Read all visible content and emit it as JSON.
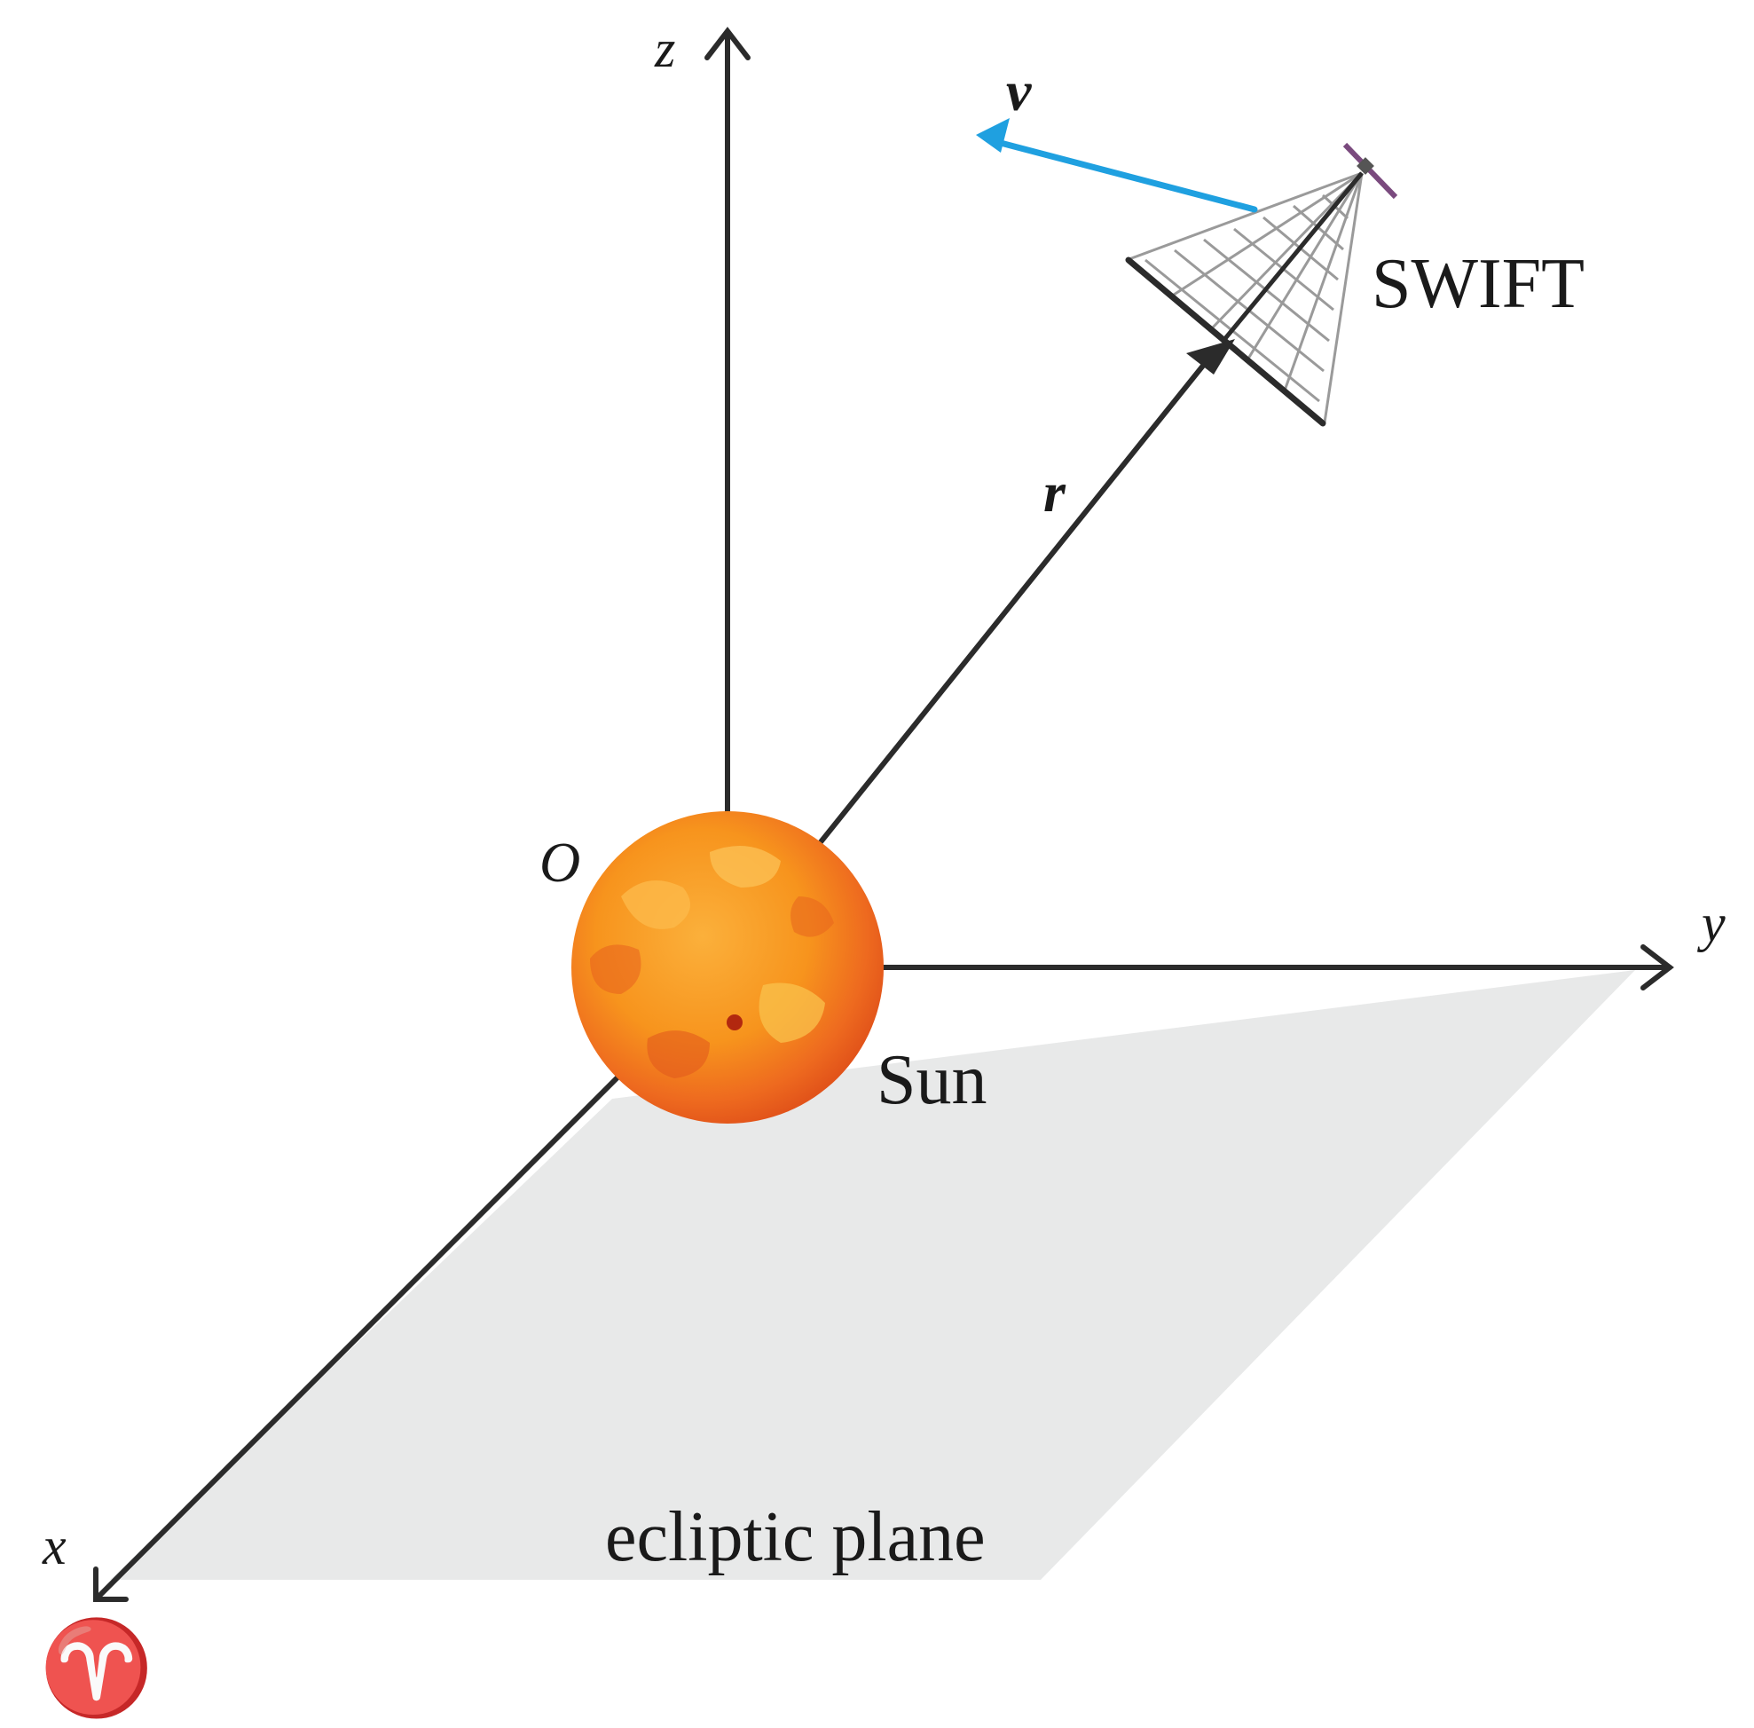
{
  "labels": {
    "z_axis": "z",
    "y_axis": "y",
    "x_axis": "x",
    "origin": "O",
    "sun": "Sun",
    "position_vector": "r",
    "velocity_vector": "v",
    "spacecraft": "SWIFT",
    "plane": "ecliptic plane",
    "aries_symbol": "♈"
  },
  "colors": {
    "axis": "#2b2b2b",
    "plane": "#e8e9e9",
    "velocity": "#1fa0e0",
    "sun_core": "#f7941d",
    "sun_edge": "#e2541a",
    "mesh": "#9a9a9a",
    "solar_panel": "#7a4a7e"
  },
  "icons": {
    "sun": "sun-sphere-icon",
    "spacecraft": "satellite-icon",
    "sail": "sail-mesh-icon"
  }
}
